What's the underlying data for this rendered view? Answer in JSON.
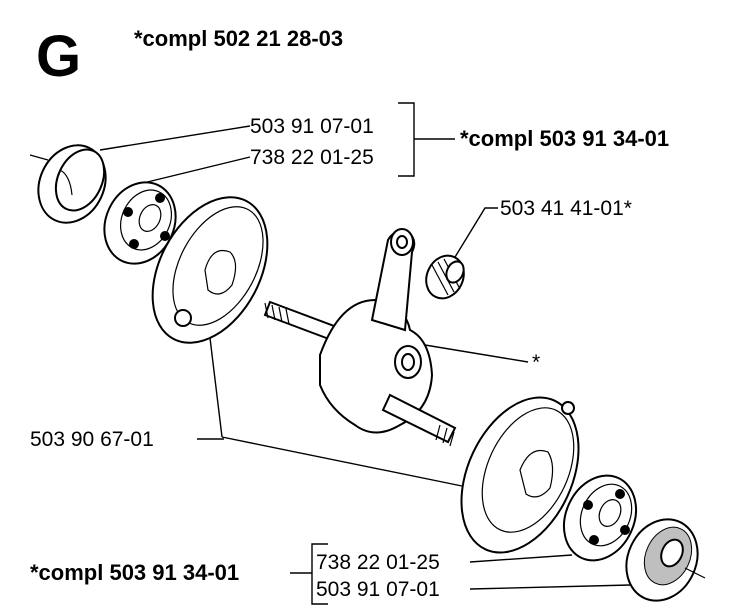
{
  "section_letter": "G",
  "assembly_label": "*compl 502 21 28-03",
  "callouts": {
    "upper_kit_label": "*compl 503 91 34-01",
    "upper_seal": "503 91 07-01",
    "upper_bearing": "738 22 01-25",
    "needle_bearing": "503 41 41-01*",
    "crankshaft_marker": "*",
    "crank_halves": "503 90 67-01",
    "lower_kit_label": "*compl 503 91 34-01",
    "lower_bearing": "738 22 01-25",
    "lower_seal": "503 91 07-01"
  }
}
